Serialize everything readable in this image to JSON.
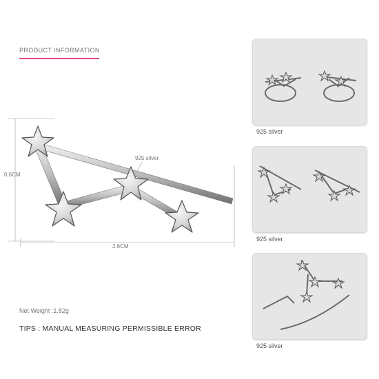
{
  "section_title": "PRODUCT INFORMATION",
  "dimensions": {
    "height_label": "0.6CM",
    "width_label": "2.6CM",
    "material_callout": "925 silver"
  },
  "net_weight": "Net Weight :1.82g",
  "tips": "TIPS : MANUAL MEASURING PERMISSIBLE ERROR",
  "gallery": [
    {
      "caption": "925 silver"
    },
    {
      "caption": "925 silver"
    },
    {
      "caption": "925 silver"
    }
  ],
  "colors": {
    "accent": "#e64a8e",
    "thumb_bg": "#e6e6e6",
    "metal": "#c9c9c9"
  }
}
